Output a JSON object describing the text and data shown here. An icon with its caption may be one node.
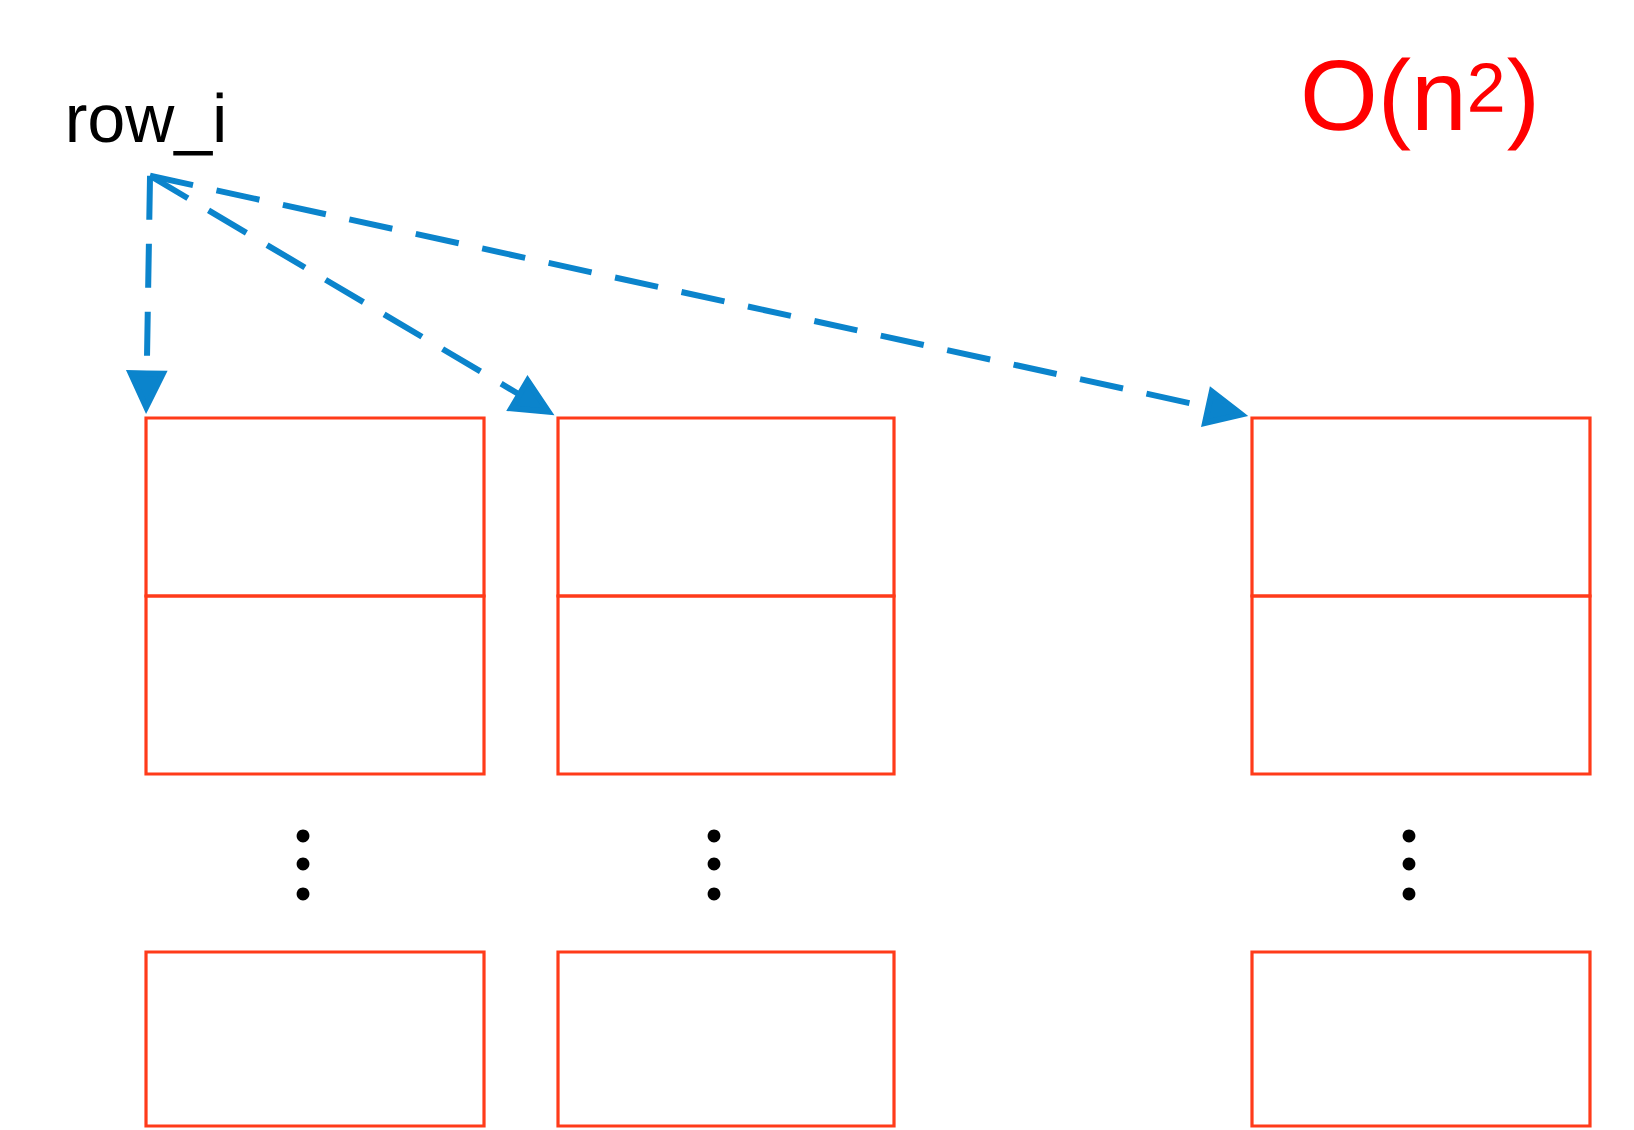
{
  "diagram": {
    "nodes": [
      {
        "text": [
          "row_i"
        ]
      },
      {
        "text": [],
        "shape": "box"
      },
      {
        "text": [],
        "shape": "box"
      },
      {
        "text": [],
        "shape": "box"
      },
      {
        "text": [],
        "shape": "box"
      },
      {
        "text": [],
        "shape": "box"
      },
      {
        "text": [],
        "shape": "box"
      },
      {
        "text": [],
        "shape": "box"
      },
      {
        "text": [],
        "shape": "box"
      },
      {
        "text": [],
        "shape": "box"
      }
    ],
    "edges": [
      {
        "from": 0,
        "to": 1,
        "arrow": "to",
        "style": "dashed"
      },
      {
        "from": 0,
        "to": 2,
        "arrow": "to",
        "style": "dashed"
      },
      {
        "from": 0,
        "to": 3,
        "arrow": "to",
        "style": "dashed"
      }
    ],
    "labels": [
      "O(n$^{2}$)"
    ]
  }
}
